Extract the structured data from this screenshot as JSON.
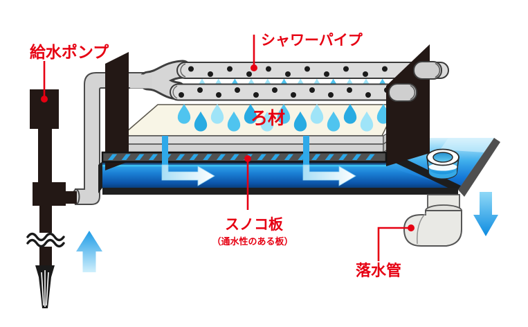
{
  "labels": {
    "pump": "給水ポンプ",
    "shower_pipe": "シャワーパイプ",
    "filter_media": "ろ材",
    "slat_board": "スノコ板",
    "slat_board_note": "（通水性のある板）",
    "drain_pipe": "落水管"
  },
  "colors": {
    "label_red": "#e60012",
    "water_blue": "#1173d8",
    "drop_cyan": "#45c2f0",
    "pipe_gray": "#d4d4d4",
    "panel_black": "#231815"
  }
}
